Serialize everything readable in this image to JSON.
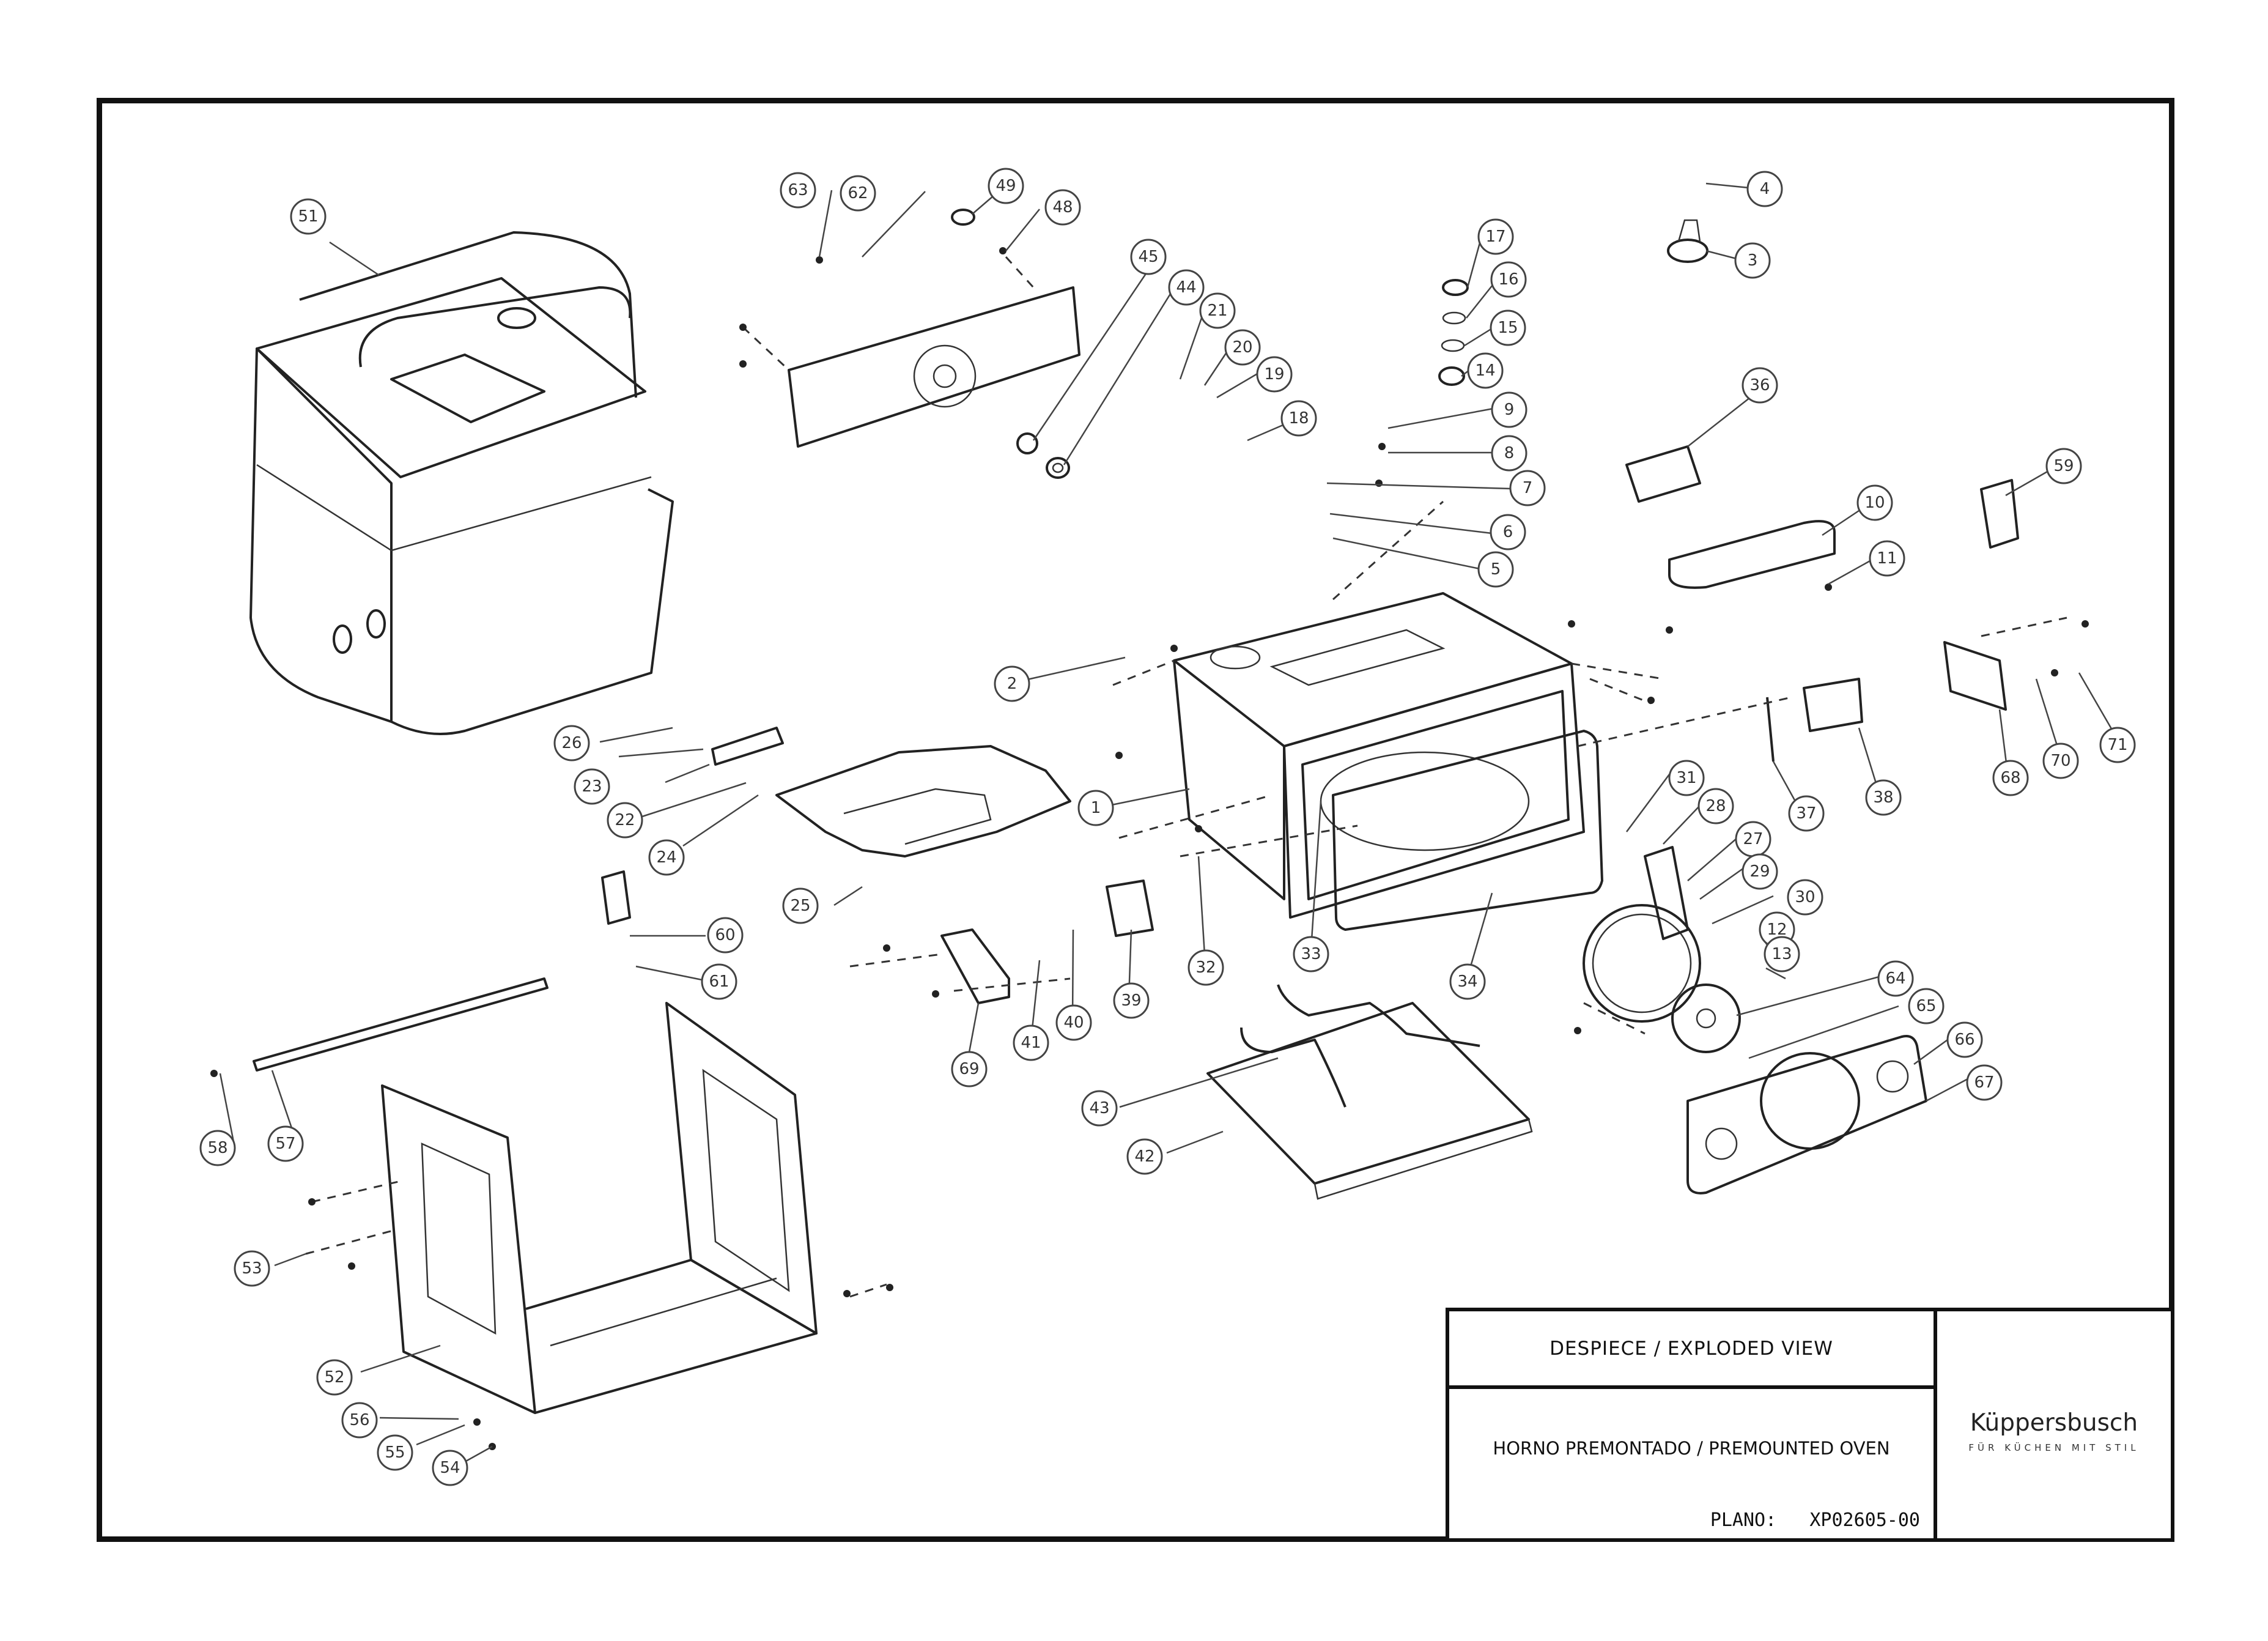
{
  "title_block": {
    "view_title": "DESPIECE / EXPLODED VIEW",
    "assembly_name": "HORNO PREMONTADO / PREMOUNTED OVEN",
    "plano_label": "PLANO:",
    "plano_number": "XP02605-00",
    "brand_name": "Küppersbusch",
    "brand_slogan": "FÜR KÜCHEN MIT STIL"
  },
  "callouts": [
    {
      "label": "1",
      "part": "oven-cavity"
    },
    {
      "label": "2"
    },
    {
      "label": "3"
    },
    {
      "label": "4"
    },
    {
      "label": "5"
    },
    {
      "label": "6"
    },
    {
      "label": "7"
    },
    {
      "label": "8"
    },
    {
      "label": "9"
    },
    {
      "label": "10"
    },
    {
      "label": "11"
    },
    {
      "label": "12"
    },
    {
      "label": "13"
    },
    {
      "label": "14"
    },
    {
      "label": "15"
    },
    {
      "label": "16"
    },
    {
      "label": "17"
    },
    {
      "label": "18"
    },
    {
      "label": "19"
    },
    {
      "label": "20"
    },
    {
      "label": "21"
    },
    {
      "label": "22"
    },
    {
      "label": "23"
    },
    {
      "label": "24"
    },
    {
      "label": "25"
    },
    {
      "label": "26"
    },
    {
      "label": "27"
    },
    {
      "label": "28"
    },
    {
      "label": "29"
    },
    {
      "label": "30"
    },
    {
      "label": "31"
    },
    {
      "label": "32"
    },
    {
      "label": "33"
    },
    {
      "label": "34"
    },
    {
      "label": "36"
    },
    {
      "label": "37"
    },
    {
      "label": "38"
    },
    {
      "label": "39"
    },
    {
      "label": "40"
    },
    {
      "label": "41"
    },
    {
      "label": "42"
    },
    {
      "label": "43"
    },
    {
      "label": "44"
    },
    {
      "label": "45"
    },
    {
      "label": "48"
    },
    {
      "label": "49"
    },
    {
      "label": "51"
    },
    {
      "label": "52"
    },
    {
      "label": "53"
    },
    {
      "label": "54"
    },
    {
      "label": "55"
    },
    {
      "label": "56"
    },
    {
      "label": "57"
    },
    {
      "label": "58"
    },
    {
      "label": "59"
    },
    {
      "label": "60"
    },
    {
      "label": "61"
    },
    {
      "label": "62"
    },
    {
      "label": "63"
    },
    {
      "label": "64"
    },
    {
      "label": "65"
    },
    {
      "label": "66"
    },
    {
      "label": "67"
    },
    {
      "label": "68"
    },
    {
      "label": "69"
    },
    {
      "label": "70"
    },
    {
      "label": "71"
    }
  ]
}
